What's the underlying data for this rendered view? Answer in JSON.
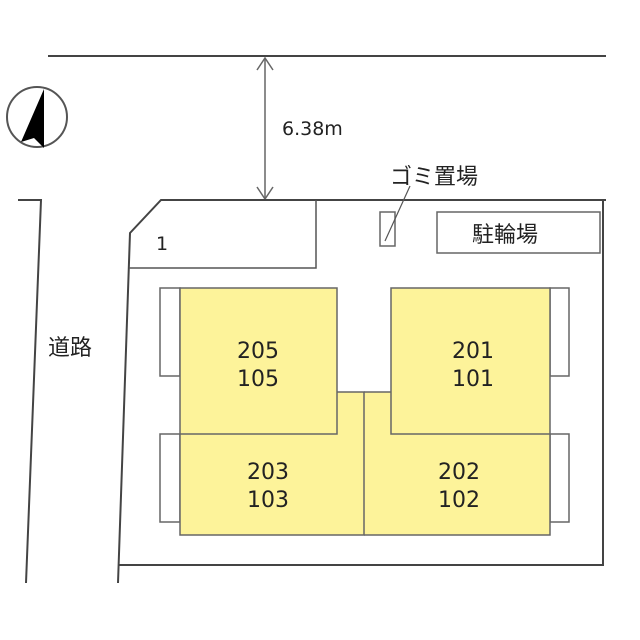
{
  "diagram": {
    "type": "site-plan",
    "colors": {
      "unit_fill": "#fdf39a",
      "line": "#555555",
      "text": "#222222"
    },
    "road_label": "道路",
    "dimension_label": "6.38m",
    "parking": {
      "label": "1"
    },
    "garbage": {
      "label": "ゴミ置場"
    },
    "bicycle": {
      "label": "駐輪場"
    },
    "units": [
      {
        "id": "u205",
        "upper": "205",
        "lower": "105"
      },
      {
        "id": "u201",
        "upper": "201",
        "lower": "101"
      },
      {
        "id": "u203",
        "upper": "203",
        "lower": "103"
      },
      {
        "id": "u202",
        "upper": "202",
        "lower": "102"
      }
    ],
    "compass": {
      "direction": "north"
    }
  }
}
